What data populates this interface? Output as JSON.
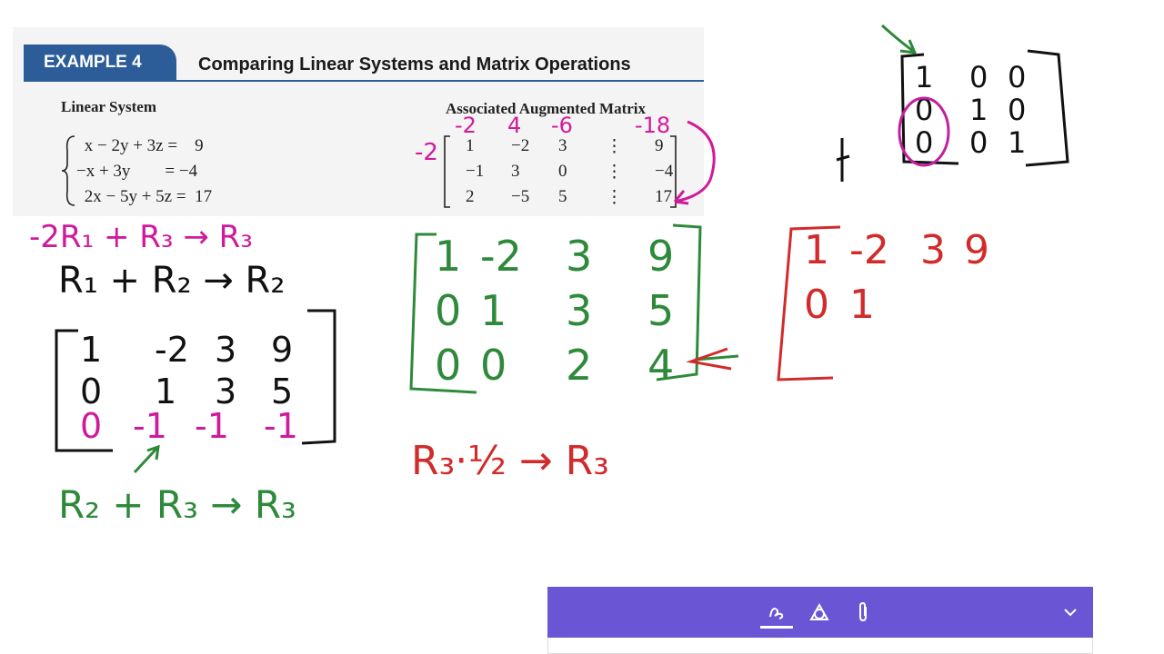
{
  "textbook": {
    "badge": "EXAMPLE 4",
    "title": "Comparing Linear Systems and Matrix Operations",
    "linear_system_heading": "Linear System",
    "matrix_heading": "Associated Augmented Matrix",
    "equations": [
      " x − 2y + 3z =    9",
      "−x + 3y        = −4",
      " 2x − 5y + 5z =  17"
    ],
    "matrix_rows": [
      [
        "1",
        "−2",
        "3",
        "⋮",
        "9"
      ],
      [
        "−1",
        "3",
        "0",
        "⋮",
        "−4"
      ],
      [
        "2",
        "−5",
        "5",
        "⋮",
        "17"
      ]
    ]
  },
  "handwriting": {
    "op_r1_r3": "-2R₁ + R₃ → R₃",
    "op_r1_r2": "R₁ + R₂ → R₂",
    "op_r2_r3": "R₂ + R₃ → R₃",
    "op_half_r3": "R₃·½ → R₃",
    "pink_multipliers": [
      "-2",
      "4",
      "-6",
      "-18"
    ],
    "pink_left_factor": "-2",
    "black_matrix": [
      [
        "1",
        "-2",
        "3",
        "9"
      ],
      [
        "0",
        "1",
        "3",
        "5"
      ]
    ],
    "black_matrix_pink_row": [
      "0",
      "-1",
      "-1",
      "-1"
    ],
    "green_matrix": [
      [
        "1",
        "-2",
        "3",
        "9"
      ],
      [
        "0",
        "1",
        "3",
        "5"
      ],
      [
        "0",
        "0",
        "2",
        "4"
      ]
    ],
    "red_matrix": [
      [
        "1",
        "-2",
        "3",
        "9"
      ],
      [
        "0",
        "1"
      ]
    ],
    "identity_matrix": [
      [
        "1",
        "0",
        "0"
      ],
      [
        "0",
        "1",
        "0"
      ],
      [
        "0",
        "0",
        "1"
      ]
    ]
  },
  "notes_panel": {
    "color": "#6a55d4",
    "tools": [
      "pen-icon",
      "shapes-icon",
      "attachment-icon",
      "chevron-down-icon"
    ]
  }
}
